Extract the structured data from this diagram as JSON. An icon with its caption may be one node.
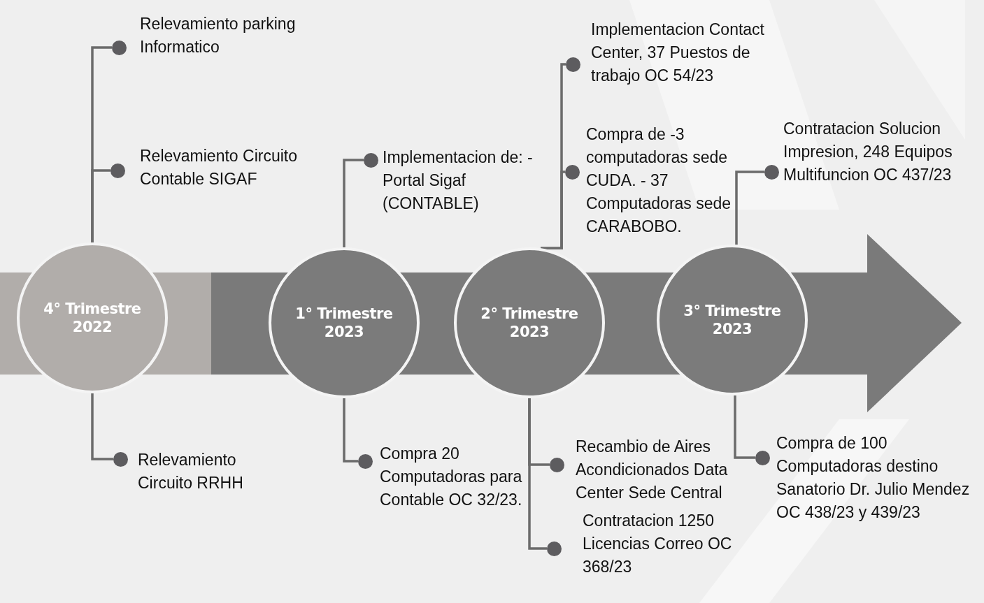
{
  "diagram": {
    "nodes": [
      {
        "text": [
          "4° Trimestre 2022"
        ]
      },
      {
        "text": [
          "1° Trimestre 2023"
        ]
      },
      {
        "text": [
          "2° Trimestre 2023"
        ]
      },
      {
        "text": [
          "3° Trimestre 2023"
        ]
      },
      {
        "text": [
          "Relevamiento parking Informatico"
        ]
      },
      {
        "text": [
          "Relevamiento Circuito Contable SIGAF"
        ]
      },
      {
        "text": [
          "Relevamiento Circuito RRHH"
        ]
      },
      {
        "text": [
          "Implementacion de: - Portal Sigaf (CONTABLE)"
        ]
      },
      {
        "text": [
          "Compra 20 Computadoras para Contable OC 32/23."
        ]
      },
      {
        "text": [
          "Implementacion Contact Center, 37 Puestos de trabajo OC 54/23"
        ]
      },
      {
        "text": [
          "Compra de -3 computadoras sede CUDA. - 37 Computadoras sede CARABOBO."
        ]
      },
      {
        "text": [
          "Recambio de Aires Acondicionados Data Center Sede Central"
        ]
      },
      {
        "text": [
          "Contratacion 1250 Licencias Correo OC 368/23"
        ]
      },
      {
        "text": [
          "Contratacion Solucion Impresion, 248 Equipos Multifuncion OC 437/23"
        ]
      },
      {
        "text": [
          "Compra de 100 Computadoras destino Sanatorio Dr. Julio Mendez OC 438/23 y 439/23"
        ]
      }
    ],
    "edges": [
      {
        "from": 0,
        "to": 4,
        "arrow": "none"
      },
      {
        "from": 0,
        "to": 5,
        "arrow": "none"
      },
      {
        "from": 0,
        "to": 6,
        "arrow": "none"
      },
      {
        "from": 1,
        "to": 7,
        "arrow": "none"
      },
      {
        "from": 1,
        "to": 8,
        "arrow": "none"
      },
      {
        "from": 2,
        "to": 9,
        "arrow": "none"
      },
      {
        "from": 2,
        "to": 10,
        "arrow": "none"
      },
      {
        "from": 2,
        "to": 11,
        "arrow": "none"
      },
      {
        "from": 2,
        "to": 12,
        "arrow": "none"
      },
      {
        "from": 3,
        "to": 13,
        "arrow": "none"
      },
      {
        "from": 3,
        "to": 14,
        "arrow": "none"
      }
    ]
  }
}
